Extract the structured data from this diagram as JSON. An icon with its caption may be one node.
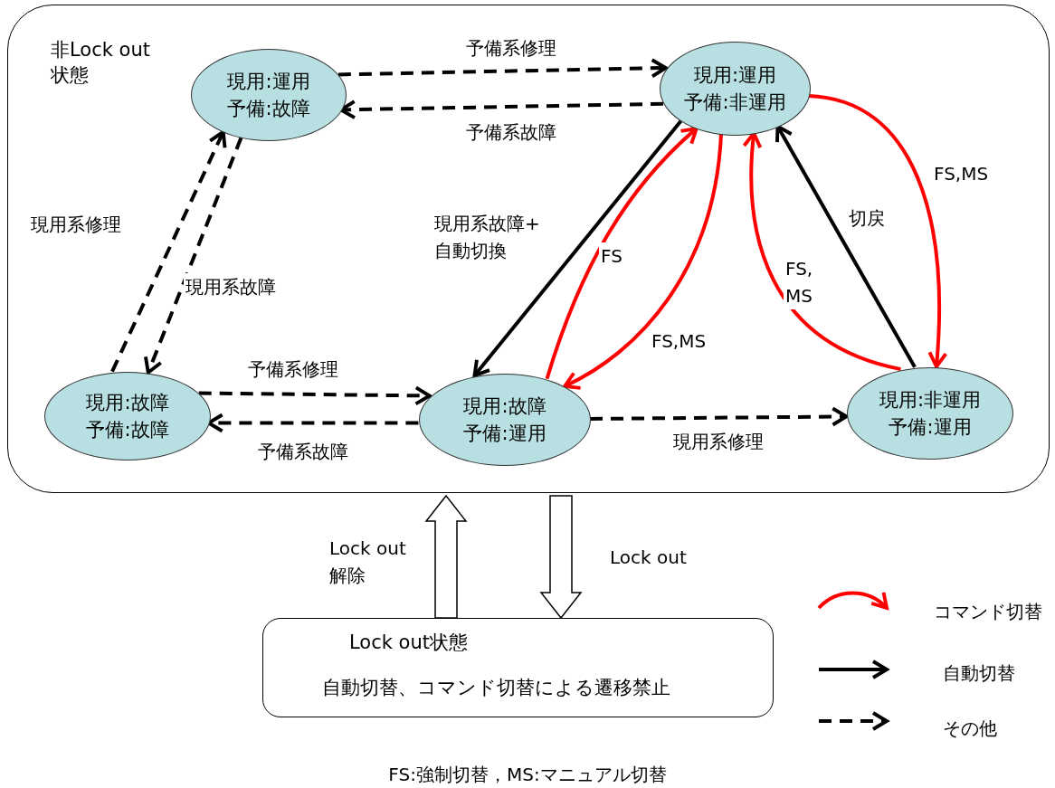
{
  "diagram": {
    "nodes": [
      {
        "text": [
          "非Lock out 状態"
        ]
      },
      {
        "text": [
          "現用:運用",
          "予備:故障"
        ],
        "in": 0
      },
      {
        "text": [
          "現用:運用",
          "予備:非運用"
        ],
        "in": 0
      },
      {
        "text": [
          "現用:故障",
          "予備:故障"
        ],
        "in": 0
      },
      {
        "text": [
          "現用:故障",
          "予備:運用"
        ],
        "in": 0
      },
      {
        "text": [
          "現用:非運用",
          "予備:運用"
        ],
        "in": 0
      },
      {
        "text": [
          "Lock out状態",
          "自動切替、コマンド切替による遷移禁止"
        ]
      }
    ],
    "edges": [
      {
        "from": 1,
        "to": 2,
        "arrow": "to",
        "style": "dashed",
        "label": "予備系修理"
      },
      {
        "from": 2,
        "to": 1,
        "arrow": "to",
        "style": "dashed",
        "label": "予備系故障"
      },
      {
        "from": 3,
        "to": 1,
        "arrow": "to",
        "style": "dashed",
        "label": "現用系修理"
      },
      {
        "from": 1,
        "to": 3,
        "arrow": "to",
        "style": "dashed",
        "label": "現用系故障"
      },
      {
        "from": 3,
        "to": 4,
        "arrow": "to",
        "style": "dashed",
        "label": "予備系修理"
      },
      {
        "from": 4,
        "to": 3,
        "arrow": "to",
        "style": "dashed",
        "label": "予備系故障"
      },
      {
        "from": 4,
        "to": 5,
        "arrow": "to",
        "style": "dashed",
        "label": "現用系修理"
      },
      {
        "from": 2,
        "to": 4,
        "arrow": "to",
        "label": "現用系故障+自動切換"
      },
      {
        "from": 4,
        "to": 2,
        "arrow": "to",
        "color": "#ff0000",
        "label": "FS"
      },
      {
        "from": 2,
        "to": 4,
        "arrow": "to",
        "color": "#ff0000",
        "label": "FS,MS"
      },
      {
        "from": 5,
        "to": 2,
        "arrow": "to",
        "color": "#ff0000",
        "label": "FS, MS"
      },
      {
        "from": 5,
        "to": 2,
        "arrow": "to",
        "label": "切戻"
      },
      {
        "from": 2,
        "to": 5,
        "arrow": "to",
        "color": "#ff0000",
        "label": "FS,MS"
      },
      {
        "from": 6,
        "to": 0,
        "arrow": "to",
        "style": "thick",
        "label": "Lock out 解除"
      },
      {
        "from": 0,
        "to": 6,
        "arrow": "to",
        "style": "thick",
        "label": "Lock out"
      }
    ],
    "legend": [
      {
        "text": "コマンド切替"
      },
      {
        "text": "自動切替"
      },
      {
        "text": "その他"
      }
    ],
    "caption": "FS:強制切替，MS:マニュアル切替"
  }
}
